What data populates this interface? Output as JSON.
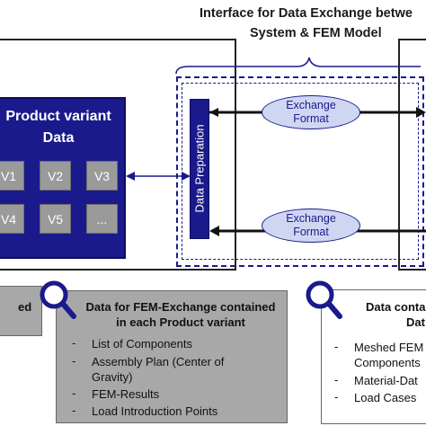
{
  "interface_title": {
    "line1": "Interface for Data Exchange betwe",
    "line2": "System & FEM Model"
  },
  "product_variant": {
    "title_line1": "Product variant",
    "title_line2": "Data",
    "cells": [
      "V1",
      "V2",
      "V3",
      "V4",
      "V5",
      "..."
    ]
  },
  "data_preparation": "Data Preparation",
  "exchange_top": {
    "line1": "Exchange",
    "line2": "Format"
  },
  "exchange_bottom": {
    "line1": "Exchange",
    "line2": "Format"
  },
  "left_box": {
    "head": "ed"
  },
  "middle_box": {
    "head_line1": "Data for FEM-Exchange contained",
    "head_line2": "in each Product variant",
    "items": [
      "List of Components",
      "Assembly Plan (Center of",
      "Gravity)",
      "FEM-Results",
      "Load Introduction Points"
    ]
  },
  "right_box": {
    "head_line1": "Data conta",
    "head_line2": "Dat",
    "items": [
      "Meshed FEM",
      "Components",
      "Material-Dat",
      "Load Cases"
    ]
  },
  "colors": {
    "navy": "#1a1a8c",
    "ellipse_fill": "#cfd6f2",
    "grey_box": "#a8a8a8",
    "cell_grey": "#9a9a9a"
  }
}
